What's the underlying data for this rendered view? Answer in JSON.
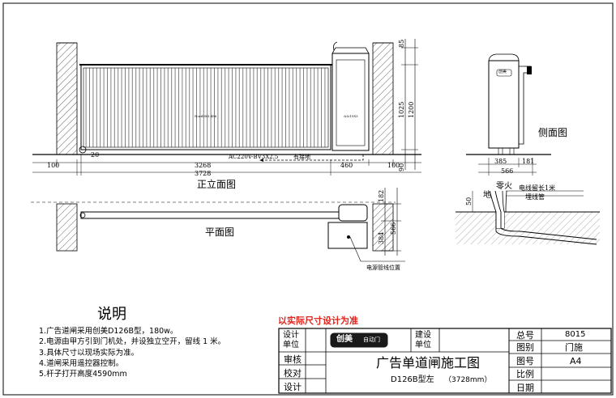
{
  "front_view": {
    "label": "正立面图",
    "gate_text": "Nord5X3.456",
    "motor_text": "&&15X3",
    "cable_label": "AC220V-BV3X2.5",
    "ground_label": "有接地",
    "dims_horizontal": [
      "100",
      "20",
      "3268",
      "460",
      "100",
      "3728"
    ],
    "dims_vertical": [
      "85",
      "1025",
      "1200",
      "90"
    ]
  },
  "plan_view": {
    "label": "平面图",
    "conduit_label": "电源管线位置",
    "dims": [
      "182",
      "384",
      "566"
    ]
  },
  "side_view": {
    "label": "侧面图",
    "logo": "创美",
    "dims": [
      "385",
      "181",
      "566"
    ]
  },
  "ground_detail": {
    "label_ground": "地",
    "label_zero_live": "零火",
    "label_cable": "电线留长1米",
    "label_pipe": "埋线管",
    "dim": "50"
  },
  "notes": {
    "title": "说明",
    "items": [
      "1.广告道闸采用创美D126B型，180w。",
      "2.电源由甲方引到门机处，并设独立空开，留线 1 米。",
      "3.具体尺寸以现场实际为准。",
      "4.道闸采用遥控器控制。",
      "5.杆子打开高度4590mm"
    ]
  },
  "warning": "以实际尺寸设计为准",
  "title_block": {
    "design_unit": "设计\n单位",
    "build_unit": "建设\n单位",
    "logo_text": "创美",
    "logo_sub": "自动门",
    "review": "审核",
    "check": "校对",
    "design": "设计",
    "drawing_title": "广告单道闸施工图",
    "subtitle_model": "D126B型左",
    "subtitle_size": "（3728mm）",
    "total_no_label": "总号",
    "total_no": "8015",
    "drawing_type_label": "图别",
    "drawing_type": "门施",
    "drawing_no_label": "图号",
    "drawing_no": "A4",
    "scale_label": "比例",
    "date_label": "日期"
  },
  "colors": {
    "line": "#000000",
    "warning": "#e0261c",
    "logo_bg": "#1a1a1a"
  }
}
